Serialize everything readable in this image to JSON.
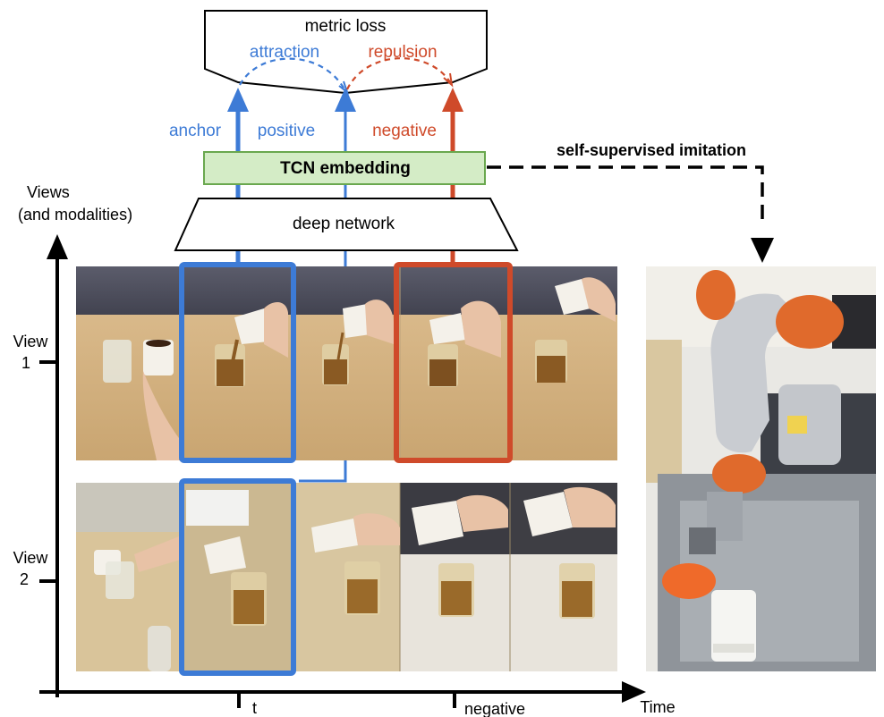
{
  "colors": {
    "blue": "#3d7bd6",
    "red": "#cf4a2a",
    "green_fill": "#d4ecc6",
    "green_border": "#6aa84f",
    "black": "#000000"
  },
  "diagram": {
    "metric_loss": "metric loss",
    "attraction": "attraction",
    "repulsion": "repulsion",
    "anchor": "anchor",
    "positive": "positive",
    "negative_top": "negative",
    "tcn_embedding": "TCN embedding",
    "deep_network": "deep network",
    "self_supervised": "self-supervised imitation",
    "views_axis": "Views",
    "views_axis_sub": "(and modalities)",
    "view1_a": "View",
    "view1_b": "1",
    "view2_a": "View",
    "view2_b": "2",
    "time_axis": "Time",
    "tick_t": "t",
    "tick_negative": "negative"
  },
  "photos": {
    "view1": [
      "cups-on-table",
      "pouring",
      "pouring",
      "pouring",
      "cups-on-table"
    ],
    "view2": [
      "cups-on-table",
      "pouring",
      "pouring",
      "pouring",
      "pouring"
    ],
    "robot": "robot-arm-pouring-beads"
  }
}
